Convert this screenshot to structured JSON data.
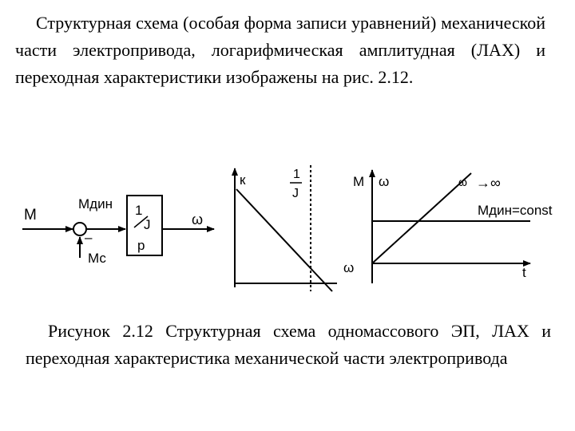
{
  "paragraph": "Структурная схема (особая форма записи уравнений) механической части электропривода, логарифмическая амплитудная (ЛАХ) и переходная характеристики изображены на рис. 2.12.",
  "diagram": {
    "input": "M",
    "sum_output": "Мдин",
    "minus_sign": "–",
    "load_input": "Мс",
    "tf_numerator": "1",
    "tf_denominator_top": "J",
    "tf_denominator": "p",
    "output": "ω"
  },
  "lah_plot": {
    "y_axis_label": "к",
    "freq_label_num": "1",
    "freq_label_den": "J",
    "x_axis_label": "ω"
  },
  "transient_plot": {
    "y_axis_label": "M",
    "omega_label": "ω",
    "curve_label_omega": "ω",
    "curve_label_inf": "→∞",
    "const_label": "Мдин=const",
    "x_axis_label": "t"
  },
  "caption": "Рисунок 2.12 Структурная схема одномассового ЭП, ЛАХ и переходная характеристика механической части электропривода"
}
